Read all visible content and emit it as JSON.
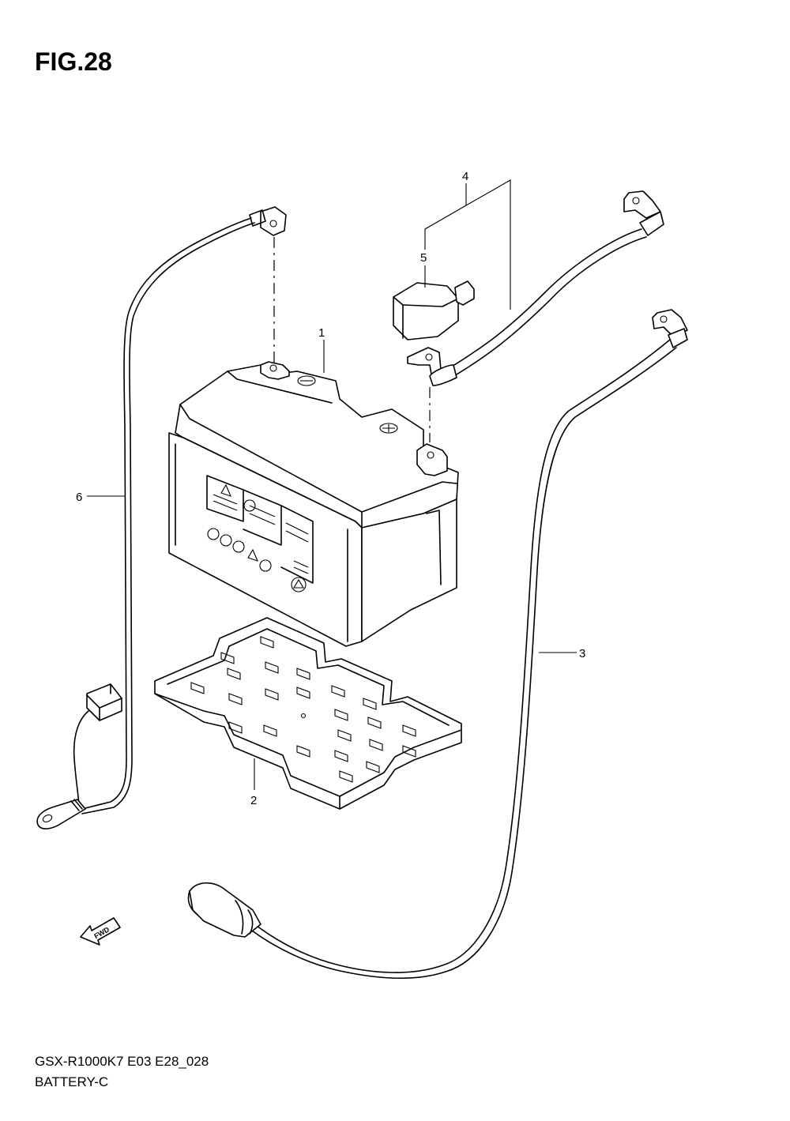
{
  "figure": {
    "title": "FIG.28",
    "model_code": "GSX-R1000K7 E03 E28_028",
    "section_name": "BATTERY-C"
  },
  "callouts": [
    "1",
    "2",
    "3",
    "4",
    "5",
    "6"
  ],
  "fwd_label": "FWD",
  "icons": [
    "fwd-arrow-icon",
    "warning-triangle-icon",
    "recycle-icon"
  ]
}
